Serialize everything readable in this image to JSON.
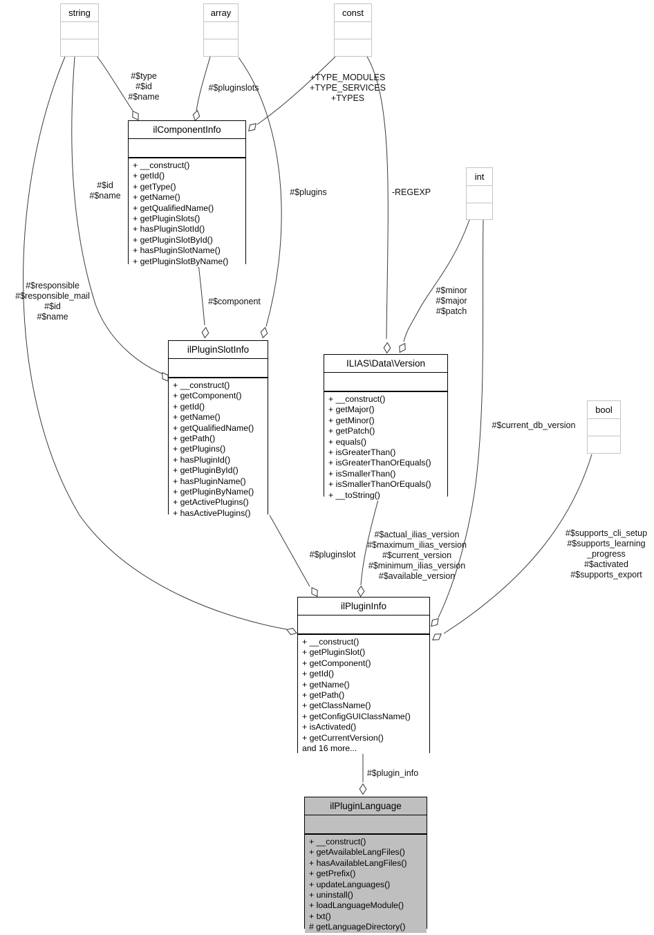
{
  "classes": {
    "component": {
      "title": "ilComponentInfo",
      "methods": [
        "+ __construct()",
        "+ getId()",
        "+ getType()",
        "+ getName()",
        "+ getQualifiedName()",
        "+ getPluginSlots()",
        "+ hasPluginSlotId()",
        "+ getPluginSlotById()",
        "+ hasPluginSlotName()",
        "+ getPluginSlotByName()"
      ]
    },
    "slot": {
      "title": "ilPluginSlotInfo",
      "methods": [
        "+ __construct()",
        "+ getComponent()",
        "+ getId()",
        "+ getName()",
        "+ getQualifiedName()",
        "+ getPath()",
        "+ getPlugins()",
        "+ hasPluginId()",
        "+ getPluginById()",
        "+ hasPluginName()",
        "+ getPluginByName()",
        "+ getActivePlugins()",
        "+ hasActivePlugins()"
      ]
    },
    "version": {
      "title": "ILIAS\\Data\\Version",
      "methods": [
        "+ __construct()",
        "+ getMajor()",
        "+ getMinor()",
        "+ getPatch()",
        "+ equals()",
        "+ isGreaterThan()",
        "+ isGreaterThanOrEquals()",
        "+ isSmallerThan()",
        "+ isSmallerThanOrEquals()",
        "+ __toString()"
      ]
    },
    "plugin": {
      "title": "ilPluginInfo",
      "methods": [
        "+ __construct()",
        "+ getPluginSlot()",
        "+ getComponent()",
        "+ getId()",
        "+ getName()",
        "+ getPath()",
        "+ getClassName()",
        "+ getConfigGUIClassName()",
        "+ isActivated()",
        "+ getCurrentVersion()",
        "and 16 more..."
      ]
    },
    "language": {
      "title": "ilPluginLanguage",
      "methods": [
        "+ __construct()",
        "+ getAvailableLangFiles()",
        "+ hasAvailableLangFiles()",
        "+ getPrefix()",
        "+ updateLanguages()",
        "+ uninstall()",
        "+ loadLanguageModule()",
        "+ txt()",
        "# getLanguageDirectory()"
      ]
    }
  },
  "types": {
    "string": "string",
    "array": "array",
    "const": "const",
    "int": "int",
    "bool": "bool"
  },
  "edge_labels": {
    "string_component": [
      "#$type",
      "#$id",
      "#$name"
    ],
    "array_component": [
      "#$pluginslots"
    ],
    "const_component": [
      "+TYPE_MODULES",
      "+TYPE_SERVICES",
      "+TYPES"
    ],
    "string_slot": [
      "#$id",
      "#$name"
    ],
    "array_slot": [
      "#$plugins"
    ],
    "const_version": [
      "-REGEXP"
    ],
    "int_version": [
      "#$minor",
      "#$major",
      "#$patch"
    ],
    "string_plugin": [
      "#$responsible",
      "#$responsible_mail",
      "#$id",
      "#$name"
    ],
    "component_slot": [
      "#$component"
    ],
    "int_plugin": [
      "#$current_db_version"
    ],
    "version_plugin": [
      "#$actual_ilias_version",
      "#$maximum_ilias_version",
      "#$current_version",
      "#$minimum_ilias_version",
      "#$available_version"
    ],
    "slot_plugin": [
      "#$pluginslot"
    ],
    "bool_plugin": [
      "#$supports_cli_setup",
      "#$supports_learning",
      "_progress",
      "#$activated",
      "#$supports_export"
    ],
    "plugin_language": [
      "#$plugin_info"
    ]
  },
  "colors": {
    "focus_fill": "#bfbfbf",
    "edge": "#3a3a3a",
    "type_border": "#c3c3c3",
    "class_border": "#000000",
    "background": "#ffffff"
  }
}
